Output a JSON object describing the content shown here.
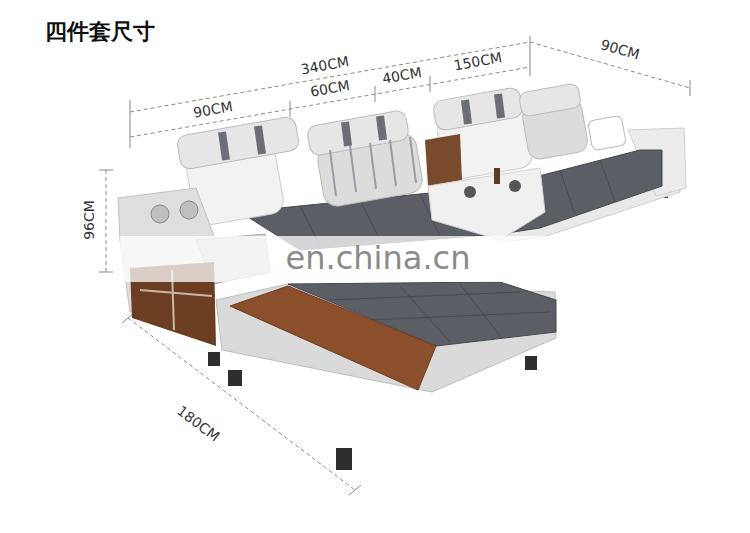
{
  "diagram": {
    "title": "四件套尺寸",
    "labels": [
      "340CM",
      "90CM",
      "60CM",
      "40CM",
      "150CM",
      "90CM",
      "96CM",
      "180CM",
      "en.china.cn"
    ]
  }
}
